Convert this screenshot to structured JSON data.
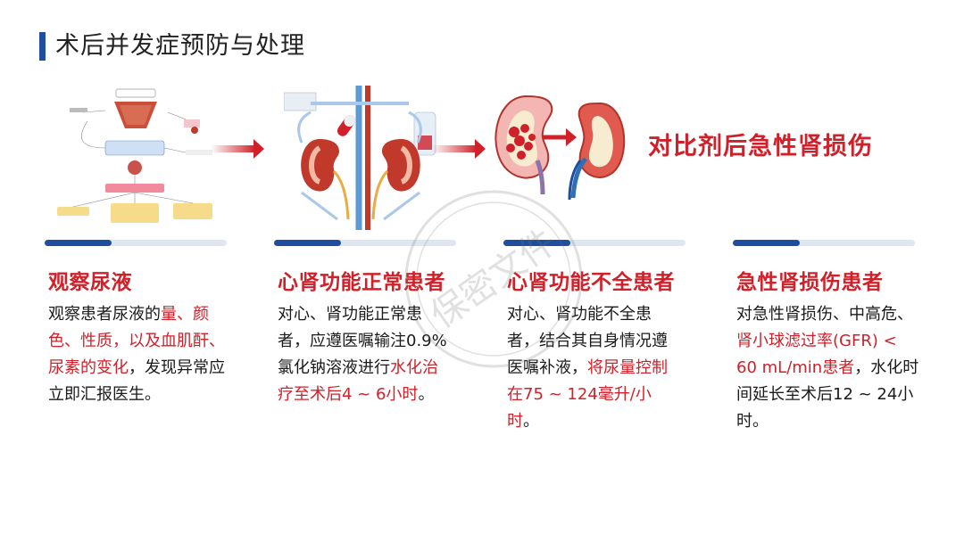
{
  "title": "术后并发症预防与处理",
  "highlight_title": "对比剂后急性肾损伤",
  "watermark_text": "保密文件",
  "columns": [
    {
      "title": "观察尿液",
      "text": {
        "p1": "观察患者尿液的",
        "r1": "量、颜色、性质，以及血肌酐、尿素的变化",
        "p2": "，发现异常应立即汇报医生。"
      },
      "progress": 0.37
    },
    {
      "title": "心肾功能正常患者",
      "text": {
        "p1": "对心、肾功能正常患者，应遵医嘱输注0.9%氯化钠溶液进行",
        "r1": "水化治疗至术后4 ~ 6小时",
        "p2": "。"
      },
      "progress": 0.37
    },
    {
      "title": "心肾功能不全患者",
      "text": {
        "p1": "对心、肾功能不全患者，结合其自身情况遵医嘱补液，",
        "r1": "将尿量控制在75 ~ 124毫升/小时",
        "p2": "。"
      },
      "progress": 0.37
    },
    {
      "title": "急性肾损伤患者",
      "text": {
        "p1": "对急性肾损伤、中高危、",
        "r1": "肾小球滤过率(GFR) < 60 mL/min患者",
        "p2": "，水化时间延长至术后12 ~ 24小时。"
      },
      "progress": 0.37
    }
  ],
  "colors": {
    "accent_blue": "#1f4e9e",
    "accent_red": "#d0212a",
    "track": "#dfe6f2"
  }
}
